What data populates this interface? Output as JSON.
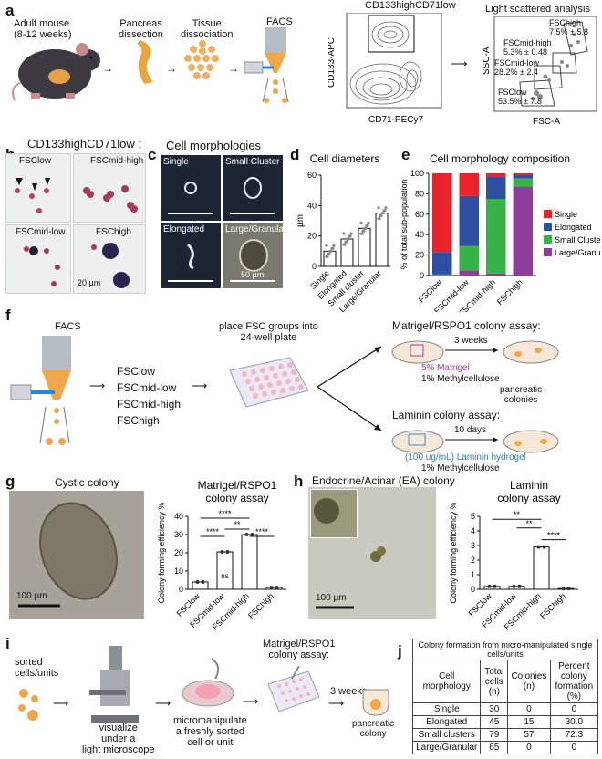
{
  "panels": {
    "a": "a",
    "b": "b",
    "c": "c",
    "d": "d",
    "e": "e",
    "f": "f",
    "g": "g",
    "h": "h",
    "i": "i",
    "j": "j"
  },
  "a": {
    "mouse_label_1": "Adult mouse",
    "mouse_label_2": "(8-12 weeks)",
    "pancreas_label_1": "Pancreas",
    "pancreas_label_2": "dissection",
    "tissue_label_1": "Tissue",
    "tissue_label_2": "dissociation",
    "facs_label": "FACS",
    "gate_label": "CD133highCD71low",
    "flow_ylabel": "CD133-APC",
    "flow_xlabel": "CD71-PECy7",
    "scatter_title": "Light scattered analysis",
    "scatter_ylabel": "SSC-A",
    "scatter_xlabel": "FSC-A",
    "gates": [
      {
        "name": "FSChigh",
        "value": "7.5% ± 5.8"
      },
      {
        "name": "FSCmid-high",
        "value": "5.3% ± 0.48"
      },
      {
        "name": "FSCmid-low",
        "value": "28.2% ± 2.4"
      },
      {
        "name": "FSClow",
        "value": "53.5% ± 7.8"
      }
    ]
  },
  "b": {
    "title": "CD133highCD71low :",
    "quadrants": [
      "FSClow",
      "FSCmid-high",
      "FSCmid-low",
      "FSChigh"
    ],
    "scale": "20 µm"
  },
  "c": {
    "title": "Cell morphologies",
    "cells": [
      "Single",
      "Small Cluster",
      "Elongated",
      "Large/Granular"
    ],
    "scale": "50 µm"
  },
  "d": {
    "chart_data": {
      "type": "bar",
      "title": "Cell diameters",
      "ylabel": "µm",
      "categories": [
        "Single",
        "Elongated",
        "Small cluster",
        "Large/Granular"
      ],
      "values": [
        10,
        18,
        25,
        35
      ],
      "ylim": [
        0,
        60
      ],
      "yticks": [
        0,
        20,
        40,
        60
      ]
    }
  },
  "e": {
    "chart_data": {
      "type": "bar",
      "title": "Cell morphology composition",
      "ylabel": "% of total sub-population",
      "categories": [
        "FSClow",
        "FSCmid-low",
        "FSCmid-high",
        "FSChigh"
      ],
      "series": [
        {
          "name": "Single",
          "values": [
            77,
            22,
            3,
            1
          ]
        },
        {
          "name": "Elongated",
          "values": [
            22,
            49,
            22,
            4
          ]
        },
        {
          "name": "Small Cluster",
          "values": [
            1,
            24,
            73,
            8
          ]
        },
        {
          "name": "Large/Granular",
          "values": [
            0,
            5,
            2,
            87
          ]
        }
      ],
      "ylim": [
        0,
        100
      ],
      "yticks": [
        0,
        20,
        40,
        60,
        80,
        100
      ],
      "colors": [
        "#e8242b",
        "#2e4fa2",
        "#37b34a",
        "#8e3d9a"
      ]
    }
  },
  "f": {
    "facs_label": "FACS",
    "groups": [
      "FSClow",
      "FSCmid-low",
      "FSCmid-high",
      "FSChigh"
    ],
    "place_1": "place FSC groups into",
    "place_2": "24-well plate",
    "matrigel_title": "Matrigel/RSPO1 colony assay:",
    "matrigel_time": "3 weeks",
    "matrigel_1": "5% Matrigel",
    "matrigel_2": "1% Methylcellulose",
    "laminin_title": "Laminin colony assay:",
    "laminin_time": "10 days",
    "laminin_1": "(100 ug/mL) Laminin hydrogel",
    "laminin_2": "1% Methylcellulose",
    "colonies_1": "pancreatic",
    "colonies_2": "colonies"
  },
  "g": {
    "image_title": "Cystic colony",
    "scale": "100 µm",
    "chart_data": {
      "type": "bar",
      "title": "Matrigel/RSPO1 colony assay",
      "ylabel": "Colony forming efficiency %",
      "categories": [
        "FSClow",
        "FSCmid-low",
        "FSCmid-high",
        "FSChigh"
      ],
      "values": [
        4,
        20.5,
        30,
        1
      ],
      "ylim": [
        0,
        40
      ],
      "yticks": [
        0,
        10,
        20,
        30,
        40
      ],
      "annotations": [
        "****",
        "****",
        "**",
        "****",
        "ns"
      ]
    }
  },
  "h": {
    "image_title": "Endocrine/Acinar (EA) colony",
    "scale": "100 µm",
    "chart_data": {
      "type": "bar",
      "title": "Laminin colony assay",
      "ylabel": "Colony forming efficiency %",
      "categories": [
        "FSClow",
        "FSCmid-low",
        "FSCmid-high",
        "FSChigh"
      ],
      "values": [
        0.2,
        0.2,
        2.9,
        0.05
      ],
      "ylim": [
        0,
        5
      ],
      "yticks": [
        0,
        1,
        2,
        3,
        4,
        5
      ],
      "annotations": [
        "**",
        "**",
        "****"
      ]
    }
  },
  "i": {
    "sorted_1": "sorted",
    "sorted_2": "cells/units",
    "visualize_1": "visualize",
    "visualize_2": "under a",
    "visualize_3": "light microscope",
    "micro_1": "micromanipulate",
    "micro_2": "a freshly sorted",
    "micro_3": "cell or unit",
    "assay_1": "Matrigel/RSPO1",
    "assay_2": "colony assay:",
    "time": "3 weeks",
    "colony_1": "pancreatic",
    "colony_2": "colony"
  },
  "j": {
    "title": "Colony formation from micro-manipulated single cells/units",
    "headers": [
      "Cell morphology",
      "Total cells (n)",
      "Colonies (n)",
      "Percent colony formation (%)"
    ],
    "rows": [
      [
        "Single",
        "30",
        "0",
        "0"
      ],
      [
        "Elongated",
        "45",
        "15",
        "30.0"
      ],
      [
        "Small clusters",
        "79",
        "57",
        "72.3"
      ],
      [
        "Large/Granular",
        "65",
        "0",
        "0"
      ]
    ]
  }
}
